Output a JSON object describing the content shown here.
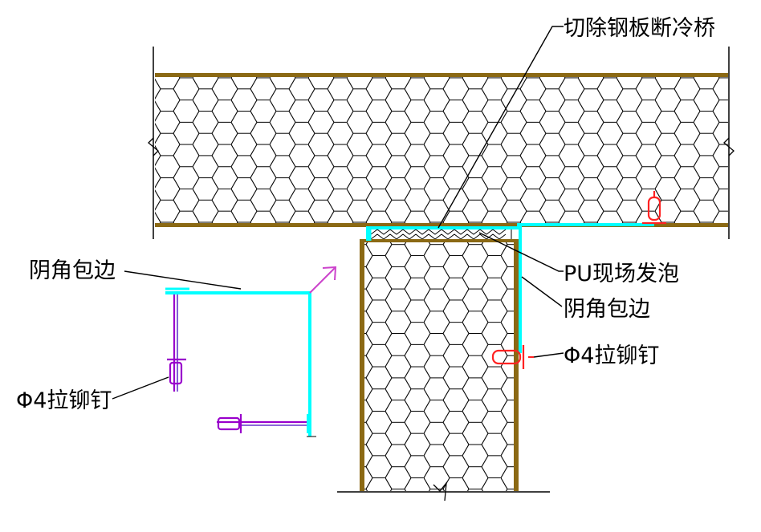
{
  "labels": {
    "cut_steel": "切除钢板断冷桥",
    "pu_foam": "PU现场发泡",
    "corner_trim_left": "阴角包边",
    "corner_trim_right": "阴角包边",
    "rivet_left": "Φ4拉铆钉",
    "rivet_right": "Φ4拉铆钉"
  },
  "colors": {
    "panel_border": "#8B6914",
    "trim": "#00FFFF",
    "rivet_left": "#9900CC",
    "rivet_right": "#FF2222",
    "arrow": "#CC44CC",
    "line": "#000000",
    "background": "#FFFFFF"
  }
}
